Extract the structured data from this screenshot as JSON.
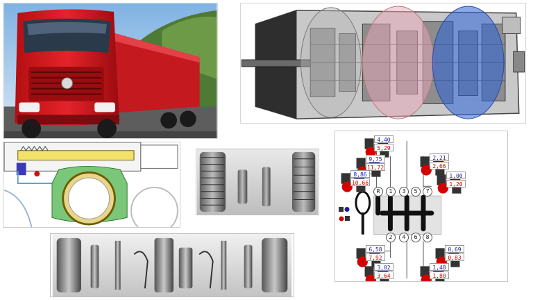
{
  "panels": {
    "truck": {
      "icon": "truck-photo"
    },
    "gearbox": {
      "icon": "gearbox-cutaway"
    },
    "synchro": {
      "icon": "synchronizer-diagram"
    },
    "gears": {
      "icon": "gear-parts-photo"
    },
    "exploded": {
      "icon": "exploded-parts-photo"
    }
  },
  "shift_diagram": {
    "gear_labels": [
      "R",
      "1",
      "3",
      "5",
      "7",
      "2",
      "4",
      "6",
      "8"
    ],
    "ratios": [
      {
        "top": "4,40",
        "bottom": "5,29"
      },
      {
        "top": "9,75",
        "bottom": "11,72"
      },
      {
        "top": "2,21",
        "bottom": "2,66"
      },
      {
        "top": "8,86",
        "bottom": "10,66"
      },
      {
        "top": "1,00",
        "bottom": "1,20"
      },
      {
        "top": "6,58",
        "bottom": "7,92"
      },
      {
        "top": "0,69",
        "bottom": "0,83"
      },
      {
        "top": "3,02",
        "bottom": "3,64"
      },
      {
        "top": "1,48",
        "bottom": "1,80"
      }
    ],
    "colors": {
      "fast": "#1b1b9e",
      "slow": "#d40000"
    }
  }
}
